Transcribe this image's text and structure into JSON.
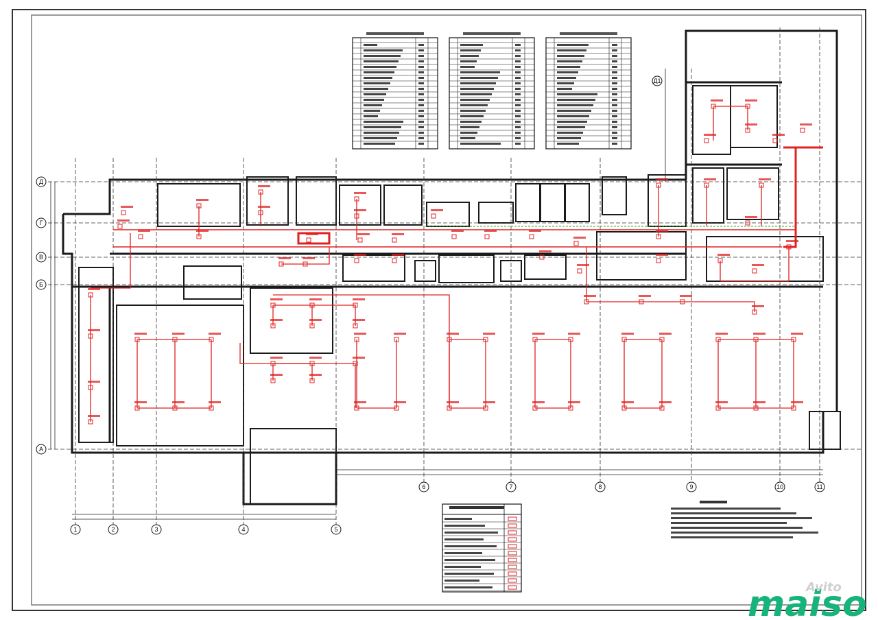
{
  "drawing": {
    "row_axes": [
      "Д",
      "Г",
      "В",
      "Б",
      "А"
    ],
    "column_axes": [
      "1",
      "2",
      "3",
      "4",
      "5",
      "6",
      "7",
      "8",
      "9",
      "10",
      "11"
    ],
    "extra_axis": "Д1"
  },
  "watermark": {
    "brand": "maiso",
    "small": "Avito"
  },
  "colors": {
    "wall": "#1a1a1a",
    "circuit": "#e02020",
    "dashed": "#3a3"
  }
}
